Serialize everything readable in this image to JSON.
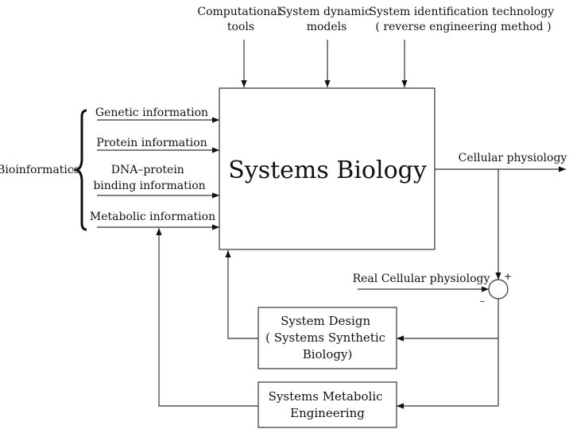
{
  "diagram": {
    "top_inputs": {
      "computational_tools": [
        "Computational",
        "tools"
      ],
      "system_dynamic_models": [
        "System dynamic",
        "models"
      ],
      "system_identification": [
        "System identification technology",
        "( reverse engineering method )"
      ]
    },
    "bioinformatics_label": "Bioinformatics",
    "left_inputs": {
      "genetic": "Genetic information",
      "protein": "Protein information",
      "dna_protein": [
        "DNA–protein",
        "binding information"
      ],
      "metabolic": "Metabolic information"
    },
    "main_box": "Systems Biology",
    "output": "Cellular physiology",
    "reference": "Real Cellular physiology",
    "comparator": {
      "plus": "+",
      "minus": "–"
    },
    "system_design": [
      "System Design",
      "( Systems Synthetic",
      "Biology)"
    ],
    "metabolic_engineering": [
      "Systems Metabolic",
      "Engineering"
    ]
  }
}
